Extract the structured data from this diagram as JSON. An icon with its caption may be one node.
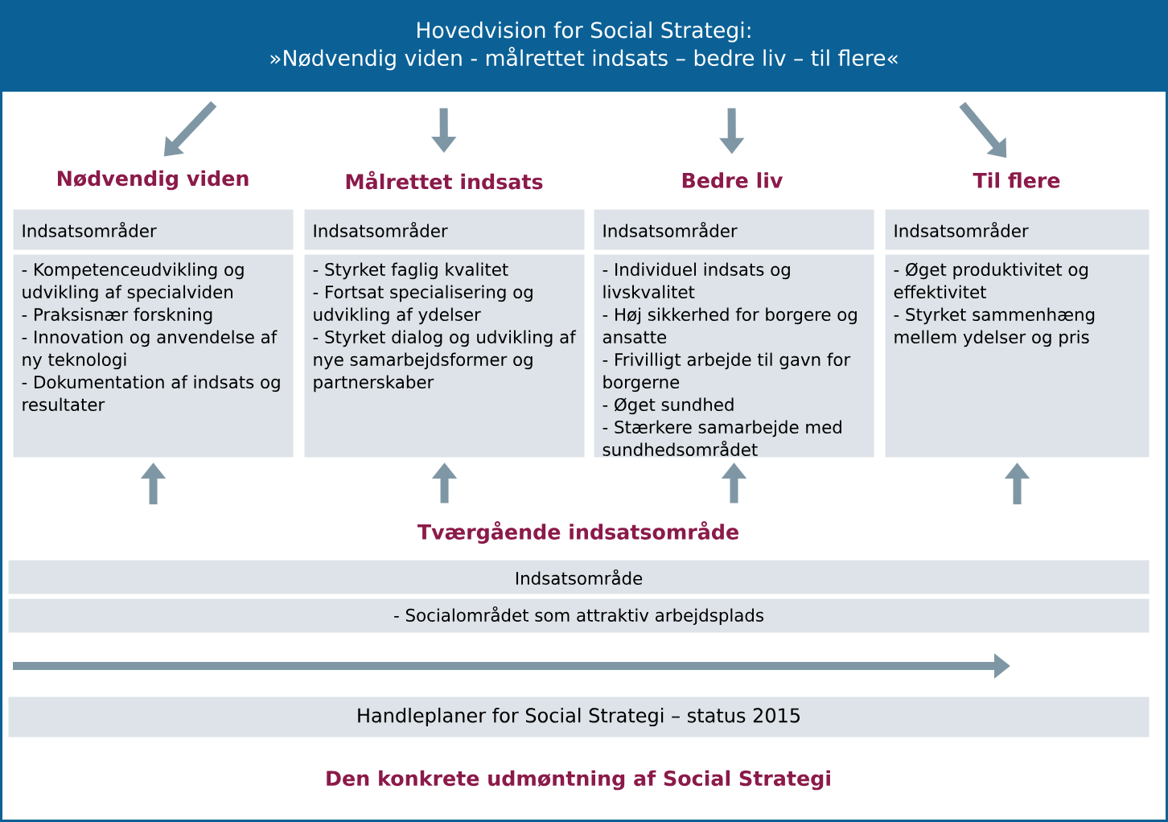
{
  "diagram": {
    "nodes": [
      {
        "text": [
          "Hovedvision for Social Strategi:",
          "»Nødvendig viden - målrettet indsats – bedre liv – til flere«"
        ]
      },
      {
        "text": [
          "Nødvendig viden"
        ]
      },
      {
        "text": [
          "Målrettet indsats"
        ]
      },
      {
        "text": [
          "Bedre liv"
        ]
      },
      {
        "text": [
          "Til flere"
        ]
      },
      {
        "text": [
          "Indsatsområder"
        ]
      },
      {
        "text": [
          "Indsatsområder"
        ]
      },
      {
        "text": [
          "Indsatsområder"
        ]
      },
      {
        "text": [
          "Indsatsområder"
        ]
      },
      {
        "text": [
          "- Kompetenceudvikling og udvikling af specialviden",
          "- Praksisnær forskning",
          "- Innovation og anvendelse af ny teknologi",
          "- Dokumentation af indsats og resultater"
        ]
      },
      {
        "text": [
          "- Styrket faglig kvalitet",
          "- Fortsat specialisering og udvikling af ydelser",
          "- Styrket dialog og udvikling af nye samarbejdsformer og partnerskaber"
        ]
      },
      {
        "text": [
          "- Individuel indsats og livskvalitet",
          "- Høj sikkerhed for borgere og ansatte",
          "- Frivilligt arbejde til gavn for borgerne",
          "- Øget sundhed",
          "- Stærkere samarbejde med sundhedsområdet"
        ]
      },
      {
        "text": [
          "- Øget produktivitet og effektivitet",
          "- Styrket sammenhæng mellem ydelser og pris"
        ]
      },
      {
        "text": [
          "Tværgående indsatsområde"
        ]
      },
      {
        "text": [
          "Indsatsområde"
        ]
      },
      {
        "text": [
          "- Socialområdet som attraktiv arbejdsplads"
        ]
      },
      {
        "text": [
          "Handleplaner for Social Strategi – status 2015"
        ],
        "beside": [
          "Den konkrete udmøntning af Social Strategi"
        ]
      }
    ],
    "edges": [
      {
        "from": 0,
        "to": 1,
        "arrow": "to"
      },
      {
        "from": 0,
        "to": 2,
        "arrow": "to"
      },
      {
        "from": 0,
        "to": 3,
        "arrow": "to"
      },
      {
        "from": 0,
        "to": 4,
        "arrow": "to"
      },
      {
        "from": null,
        "to": 9,
        "arrow": "to"
      },
      {
        "from": 13,
        "to": 10,
        "arrow": "to"
      },
      {
        "from": 13,
        "to": 11,
        "arrow": "to"
      },
      {
        "from": null,
        "to": 12,
        "arrow": "to"
      }
    ]
  }
}
